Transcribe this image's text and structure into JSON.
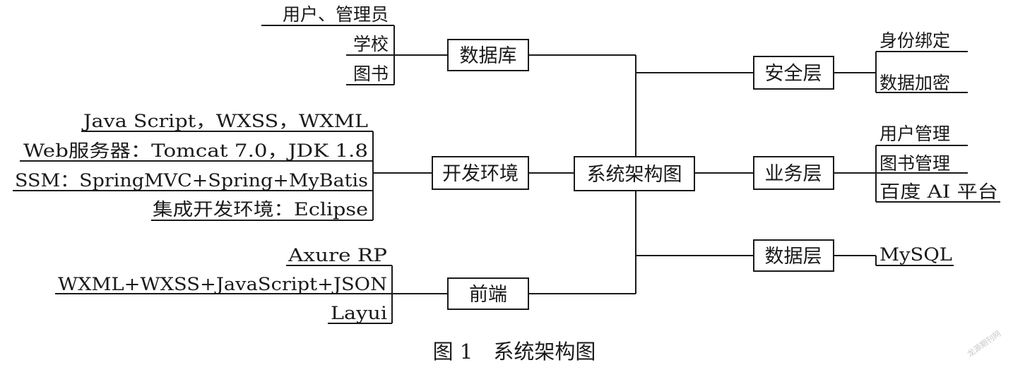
{
  "center": "系统架构图",
  "left_branches": {
    "database": {
      "label": "数据库",
      "items": [
        "用户、管理员",
        "学校",
        "图书"
      ]
    },
    "devenv": {
      "label": "开发环境",
      "items": [
        "Java Script，WXSS，WXML",
        "Web服务器：Tomcat 7.0，JDK 1.8",
        "SSM：SpringMVC+Spring+MyBatis",
        "集成开发环境：Eclipse"
      ]
    },
    "frontend": {
      "label": "前端",
      "items": [
        "Axure RP",
        "WXML+WXSS+JavaScript+JSON",
        "Layui"
      ]
    }
  },
  "right_branches": {
    "security": {
      "label": "安全层",
      "items": [
        "身份绑定",
        "数据加密"
      ]
    },
    "business": {
      "label": "业务层",
      "items": [
        "用户管理",
        "图书管理",
        "百度 AI 平台"
      ]
    },
    "data": {
      "label": "数据层",
      "items": [
        "MySQL"
      ]
    }
  },
  "caption": "图 1　系统架构图",
  "watermark": "龙源期刊网"
}
